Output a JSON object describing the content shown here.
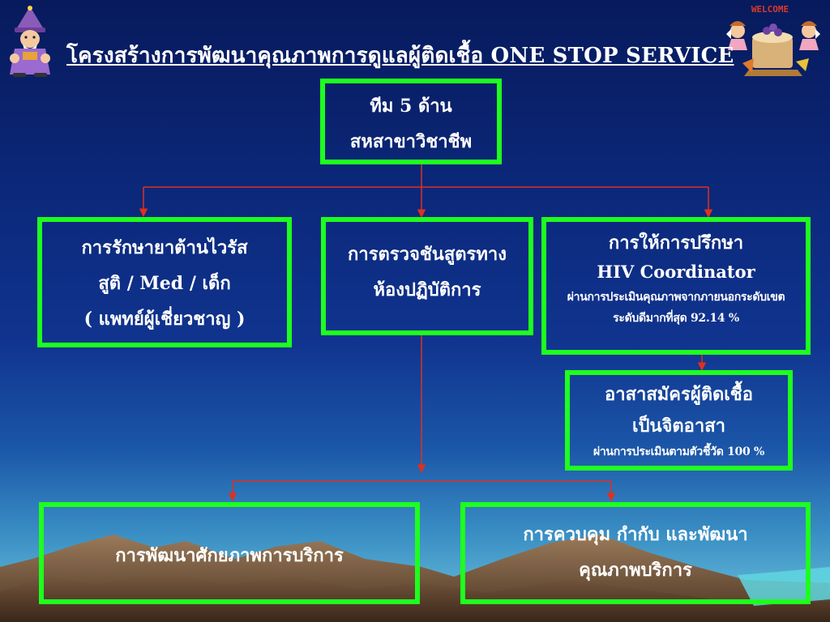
{
  "slide": {
    "title": "โครงสร้างการพัฒนาคุณภาพการดูแลผู้ติดเชื้อ ONE STOP SERVICE",
    "welcome_text": "WELCOME"
  },
  "nodes": {
    "top": {
      "line1": "ทีม 5 ด้าน",
      "line2": "สหสาขาวิชาชีพ"
    },
    "left": {
      "line1": "การรักษายาต้านไวรัส",
      "line2": "สูติ / Med / เด็ก",
      "line3": "( แพทย์ผู้เชี่ยวชาญ )"
    },
    "center": {
      "line1": "การตรวจชันสูตรทาง",
      "line2": "ห้องปฏิบัติการ"
    },
    "right": {
      "line1": "การให้การปรึกษา",
      "line2": "HIV Coordinator",
      "line3": "ผ่านการประเมินคุณภาพจากภายนอกระดับเขต",
      "line4": "ระดับดีมากที่สุด 92.14 %"
    },
    "volunteer": {
      "line1": "อาสาสมัครผู้ติดเชื้อ",
      "line2": "เป็นจิตอาสา",
      "line3": "ผ่านการประเมินตามตัวชี้วัด 100 %"
    },
    "bottom_left": {
      "line1": "การพัฒนาศักยภาพการบริการ"
    },
    "bottom_right": {
      "line1": "การควบคุม กำกับ และพัฒนา",
      "line2": "คุณภาพบริการ"
    }
  },
  "colors": {
    "box_border": "#1eff1e",
    "connector": "#e0301e",
    "text": "#ffffff"
  }
}
